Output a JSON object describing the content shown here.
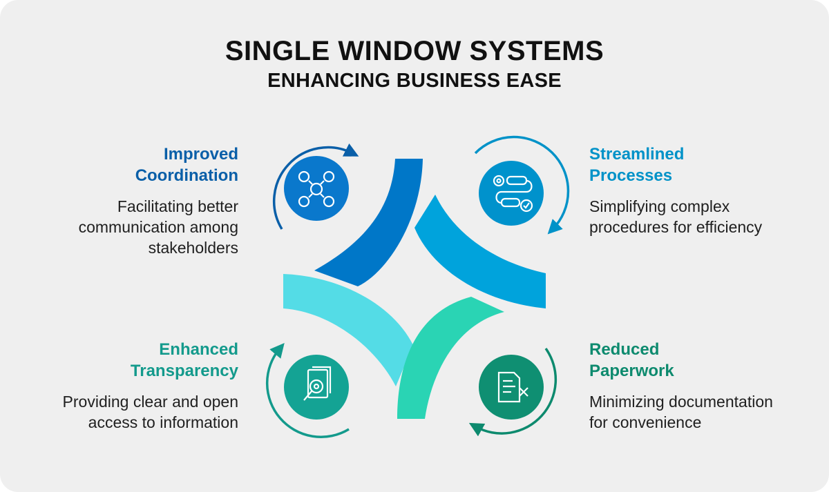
{
  "title": "SINGLE WINDOW SYSTEMS",
  "subtitle": "ENHANCING BUSINESS EASE",
  "colors": {
    "background": "#efefef",
    "blue_dark": "#0a5fa8",
    "blue_mid": "#0077c8",
    "blue_light": "#00a3dc",
    "cyan": "#54dce6",
    "teal": "#2ad4b4",
    "teal_dark": "#139a8c",
    "green_dark": "#0d8a6e"
  },
  "items": [
    {
      "heading_line1": "Improved",
      "heading_line2": "Coordination",
      "desc_line1": "Facilitating better",
      "desc_line2": "communication among",
      "desc_line3": "stakeholders",
      "icon": "people-network-icon"
    },
    {
      "heading_line1": "Streamlined",
      "heading_line2": "Processes",
      "desc_line1": "Simplifying complex",
      "desc_line2": "procedures for efficiency",
      "icon": "workflow-gear-icon"
    },
    {
      "heading_line1": "Enhanced",
      "heading_line2": "Transparency",
      "desc_line1": "Providing clear and open",
      "desc_line2": "access to information",
      "icon": "document-magnifier-icon"
    },
    {
      "heading_line1": "Reduced",
      "heading_line2": "Paperwork",
      "desc_line1": "Minimizing documentation",
      "desc_line2": "for convenience",
      "icon": "document-remove-icon"
    }
  ]
}
